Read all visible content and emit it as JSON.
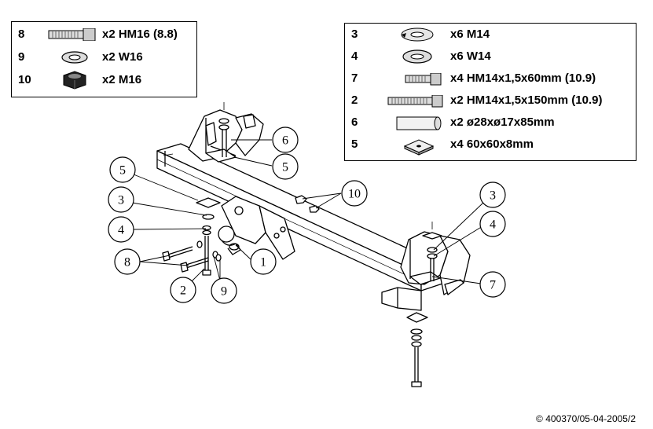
{
  "parts_left": [
    {
      "number": "8",
      "icon": "bolt-icon",
      "spec": "x2 HM16 (8.8)"
    },
    {
      "number": "9",
      "icon": "spring-washer-icon",
      "spec": "x2 W16"
    },
    {
      "number": "10",
      "icon": "hex-nut-icon",
      "spec": "x2 M16"
    }
  ],
  "parts_right": [
    {
      "number": "3",
      "icon": "flat-washer-icon",
      "spec": "x6 M14"
    },
    {
      "number": "4",
      "icon": "spring-washer-icon",
      "spec": "x6 W14"
    },
    {
      "number": "7",
      "icon": "short-bolt-icon",
      "spec": "x4 HM14x1,5x60mm (10.9)"
    },
    {
      "number": "2",
      "icon": "long-bolt-icon",
      "spec": "x2 HM14x1,5x150mm (10.9)"
    },
    {
      "number": "6",
      "icon": "spacer-tube-icon",
      "spec": "x2 ø28xø17x85mm"
    },
    {
      "number": "5",
      "icon": "square-plate-icon",
      "spec": "x4 60x60x8mm"
    }
  ],
  "callouts": [
    "6",
    "5",
    "10",
    "5",
    "3",
    "4",
    "8",
    "2",
    "9",
    "1",
    "3",
    "4",
    "7"
  ],
  "copyright": "© 400370/05-04-2005/2"
}
